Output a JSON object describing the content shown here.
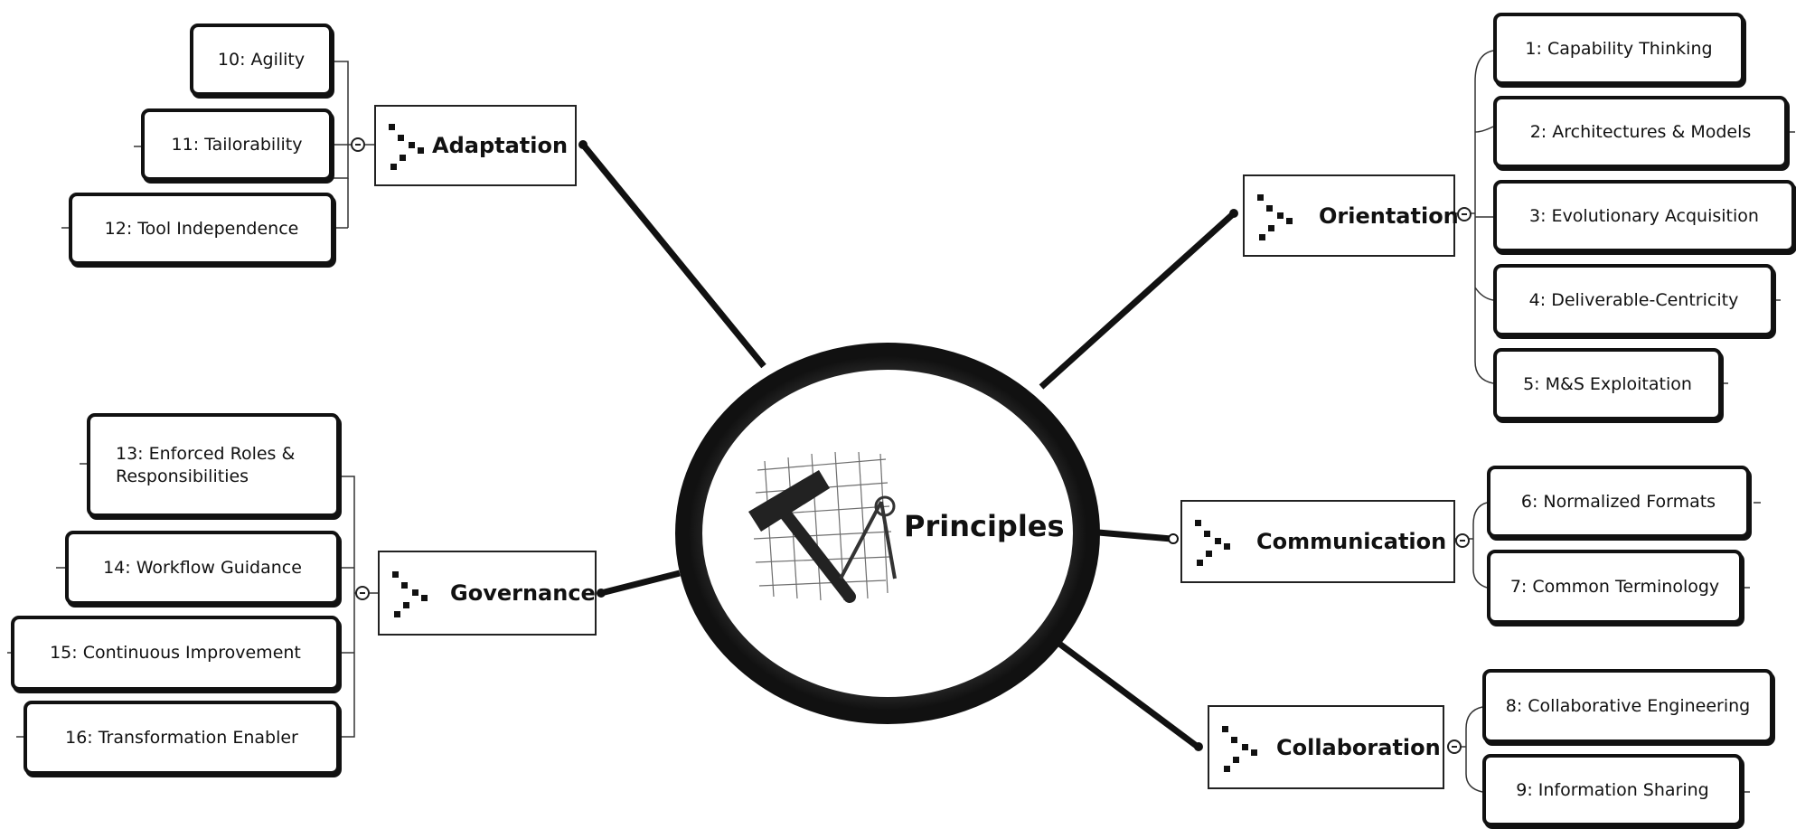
{
  "center": {
    "label": "Principles",
    "icon": "hammer-compass-grid-icon"
  },
  "branches": {
    "adaptation": {
      "label": "Adaptation",
      "items": [
        "10: Agility",
        "11: Tailorability",
        "12: Tool Independence"
      ]
    },
    "governance": {
      "label": "Governance",
      "items": [
        "13: Enforced Roles & Responsibilities",
        "14: Workflow Guidance",
        "15: Continuous Improvement",
        "16: Transformation Enabler"
      ]
    },
    "orientation": {
      "label": "Orientation",
      "items": [
        "1: Capability Thinking",
        "2: Architectures & Models",
        "3: Evolutionary Acquisition",
        "4: Deliverable-Centricity",
        "5: M&S Exploitation"
      ]
    },
    "communication": {
      "label": "Communication",
      "items": [
        "6: Normalized Formats",
        "7: Common Terminology"
      ]
    },
    "collaboration": {
      "label": "Collaboration",
      "items": [
        "8: Collaborative Engineering",
        "9: Information Sharing"
      ]
    }
  },
  "colors": {
    "ink": "#111111",
    "background": "#ffffff"
  }
}
